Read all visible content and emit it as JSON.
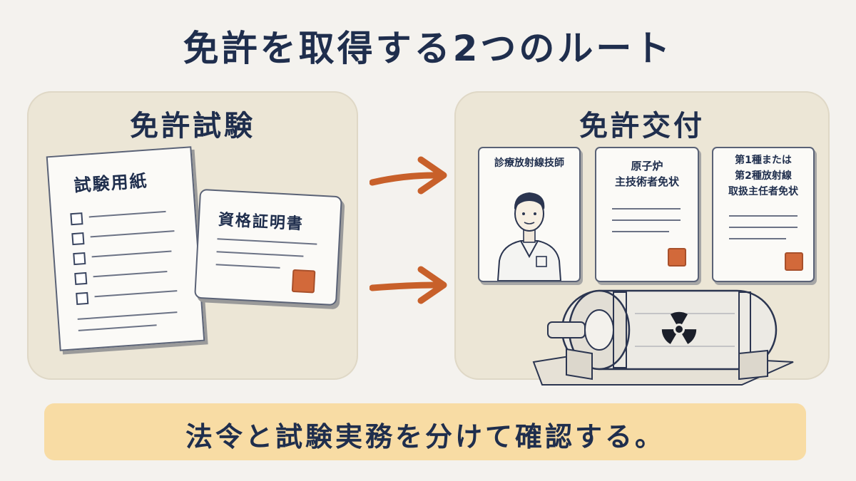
{
  "title": "免許を取得する2つのルート",
  "left_panel": {
    "heading": "免許試験",
    "exam_paper_title": "試験用紙",
    "certificate_title": "資格証明書"
  },
  "right_panel": {
    "heading": "免許交付",
    "cards": [
      {
        "text": "診療放射線技師"
      },
      {
        "text": "原子炉\n主技術者免状"
      },
      {
        "text": "第1種または\n第2種放射線\n取扱主任者免状"
      }
    ]
  },
  "footer": {
    "text": "法令と試験実務を分けて確認する。"
  },
  "colors": {
    "background": "#f4f2ee",
    "panel": "#ece6d6",
    "navy_text": "#1f2e4d",
    "arrow_orange": "#c8602a",
    "seal_orange": "#d2693a",
    "footer_band": "#f8dca4"
  },
  "icons": [
    "checkbox-icon",
    "seal-icon",
    "arrow-right-icon",
    "person-portrait-icon",
    "radiation-cylinder-icon",
    "radiation-symbol-icon"
  ]
}
